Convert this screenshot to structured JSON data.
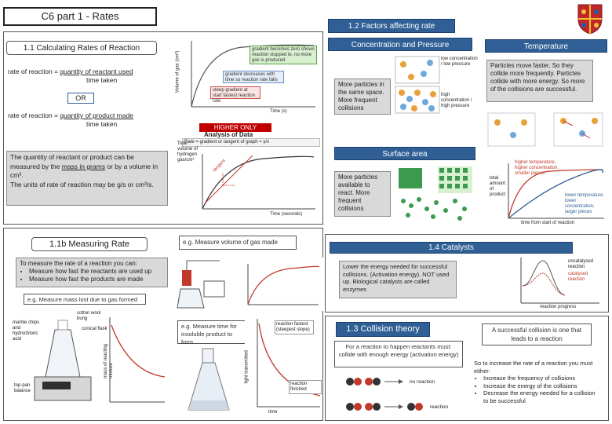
{
  "title": "C6 part 1 - Rates",
  "s11": {
    "header": "1.1 Calculating Rates of Reaction",
    "formula1_lhs": "rate of reaction = ",
    "formula1_num": "quantity of reactant used",
    "formula1_den": "time taken",
    "or": "OR",
    "formula2_lhs": "rate of reaction = ",
    "formula2_num": "quantity of product made",
    "formula2_den": "time taken",
    "para_1": "The quantity of reactant or product can be measured by the ",
    "para_mass": "mass in grams",
    "para_2": " or by a volume in cm³.",
    "para_3": "The units of rate of reaction may be g/s or cm³/s.",
    "graph_ylabel": "Volume of gas (cm³)",
    "graph_xlabel": "Time (s)",
    "graph_note1": "gradient becomes zero shows reaction stopped ie. no more gas is produced",
    "graph_note2": "gradient decreases with time so reaction rate falls",
    "graph_note3": "steep gradient at start fastest reaction rate",
    "higher_only": "HIGHER ONLY",
    "analysis_title": "Analysis of Data",
    "analysis_sub": "Rate = gradient or tangent of graph",
    "analysis_formula": "= y/x",
    "analysis_ylabel": "Total volume of hydrogen gas/cm³",
    "analysis_xlabel": "Time (seconds)",
    "tangent": "tangent"
  },
  "s12": {
    "header": "1.2 Factors affecting rate",
    "conc_header": "Concentration and Pressure",
    "temp_header": "Temperature",
    "conc_text": "More particles in the same space. More frequent collisions",
    "temp_text": "Particles move faster. So they collide more frequently. Particles collide with more energy. So more of the collisions are successful.",
    "conc_label1": "low concentration / low pressure",
    "conc_label2": "high concentration / high pressure",
    "sa_header": "Surface area",
    "sa_text": "More particles available to react. More frequent collisions",
    "sa_graph_ylabel": "total amount of product",
    "sa_graph_xlabel": "time from start of reaction",
    "sa_note1": "higher temperature, higher concentration, smaller pieces",
    "sa_note2": "lower temperature, lower concentration, larger pieces"
  },
  "s1b": {
    "header": "1.1b Measuring Rate",
    "intro": "To measure the rate of a reaction you can:",
    "bullets": [
      "Measure how fast the reactants are used up",
      "Measure how fast the products are made"
    ],
    "eg_gas": "e.g. Measure volume of gas made",
    "eg_mass": "e.g. Measure mass lost due to gas formed",
    "eg_time": "e.g. Measure time for insoluble product to form",
    "mass_labels": [
      "marble chips and hydrochloric acid",
      "cotton wool bung",
      "conical flask",
      "top-pan balance"
    ],
    "mass_ylabel": "mass of reacting mixture",
    "time_ylabel": "light transmitted",
    "time_note1": "reaction fastest (steepest slope)",
    "time_note2": "reaction finished",
    "time_xlabel": "time"
  },
  "s14": {
    "header": "1.4 Catalysts",
    "text": "Lower the energy needed for successful collisions. (Activation energy). NOT used up. Biological catalysts are called enzymes",
    "legend1": "uncatalysed reaction",
    "legend2": "catalysed reaction",
    "xlabel": "reaction progress"
  },
  "s13": {
    "header": "1.3 Collision theory",
    "intro": "For a reaction to happen reactants must: collide with enough energy (activation energy)",
    "no_reaction": "no reaction",
    "reaction": "reaction",
    "success": "A successful collision is one that leads to a reaction",
    "increase_intro": "So to increase the rate of a reaction you must either:",
    "bullets": [
      "Increase the frequency of collisions",
      "Increase the energy of the collisions",
      "Decrease the energy needed for a collision to be successful"
    ]
  },
  "colors": {
    "header_blue": "#2f5f95",
    "grey_box": "#d9d9d9",
    "higher_red": "#c00000",
    "curve_red": "#c0392b"
  }
}
